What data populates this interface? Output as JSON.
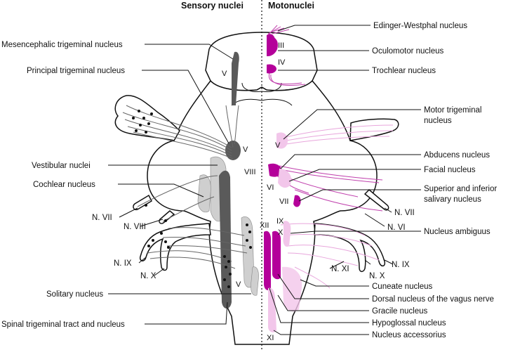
{
  "headers": {
    "sensory": "Sensory nuclei",
    "motor": "Motonuclei"
  },
  "left_labels": [
    "Mesencephalic trigeminal nucleus",
    "Principal trigeminal nucleus",
    "Vestibular nuclei",
    "Cochlear nucleus",
    "N. VII",
    "N. VIII",
    "N. IX",
    "N. X",
    "Solitary nucleus",
    "Spinal trigeminal tract and nucleus"
  ],
  "right_labels": [
    "Edinger-Westphal nucleus",
    "Oculomotor nucleus",
    "Trochlear nucleus",
    "Motor trigeminal",
    "nucleus",
    "Abducens nucleus",
    "Facial nucleus",
    "Superior and inferior",
    "salivary nucleus",
    "N. VII",
    "N. VI",
    "Nucleus ambiguus",
    "N. XI",
    "N. X",
    "N. IX",
    "Cuneate nucleus",
    "Dorsal nucleus of the vagus nerve",
    "Gracile nucleus",
    "Hypoglossal nucleus",
    "Nucleus accessorius"
  ],
  "roman_numerals": [
    "III",
    "IV",
    "V",
    "V",
    "VIII",
    "V",
    "V",
    "VI",
    "VII",
    "XII",
    "IX",
    "X",
    "XI"
  ],
  "colors": {
    "sensory_nuclei": "#5a5a5a",
    "sensory_light": "#cfcfcf",
    "motor_nuclei": "#b4009a",
    "motor_light": "#f2c6ea"
  }
}
